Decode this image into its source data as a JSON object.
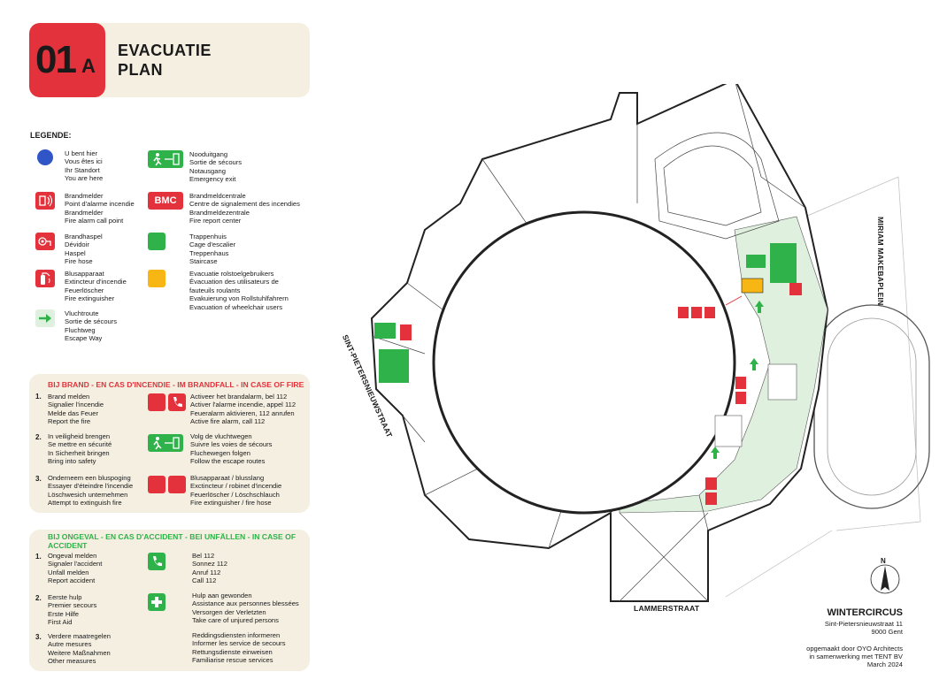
{
  "header": {
    "badge_number": "01",
    "badge_suffix": "A",
    "title_line1": "EVACUATIE",
    "title_line2": "PLAN"
  },
  "legend": {
    "title": "LEGENDE:",
    "items": [
      {
        "icon": "location-dot-icon",
        "lines": [
          "U bent hier",
          "Vous êtes ici",
          "Ihr Standort",
          "You are here"
        ]
      },
      {
        "icon": "fire-alarm-icon",
        "lines": [
          "Brandmelder",
          "Point d'alarme incendie",
          "Brandmelder",
          "Fire alarm call point"
        ]
      },
      {
        "icon": "fire-hose-icon",
        "lines": [
          "Brandhaspel",
          "Dévidoir",
          "Haspel",
          "Fire hose"
        ]
      },
      {
        "icon": "fire-extinguisher-icon",
        "lines": [
          "Blusapparaat",
          "Extincteur d'incendie",
          "Feuerlöscher",
          "Fire extinguisher"
        ]
      },
      {
        "icon": "escape-arrow-icon",
        "lines": [
          "Vluchtroute",
          "Sortie de sécours",
          "Fluchtweg",
          "Escape Way"
        ]
      },
      {
        "icon": "emergency-exit-icon",
        "lines": [
          "Nooduitgang",
          "Sortie de sécours",
          "Notausgang",
          "Emergency exit"
        ]
      },
      {
        "icon": "bmc-icon",
        "label": "BMC",
        "lines": [
          "Brandmeldcentrale",
          "Centre de signalement des incendies",
          "Brandmeldezentrale",
          "Fire report center"
        ]
      },
      {
        "icon": "staircase-icon",
        "lines": [
          "Trappenhuis",
          "Cage d'escalier",
          "Treppenhaus",
          "Staircase"
        ]
      },
      {
        "icon": "wheelchair-evacuation-icon",
        "lines": [
          "Evacuatie rolstoelgebruikers",
          "Évacuation des utilisateurs de",
          "fauteuils roulants",
          "Evakuierung von Rollstuhlfahrern",
          "Evacuation of wheelchair users"
        ]
      }
    ]
  },
  "fire_panel": {
    "title": "BIJ BRAND - EN CAS D'INCENDIE - IM BRANDFALL - IN CASE OF FIRE",
    "steps": [
      {
        "num": "1.",
        "left": [
          "Brand melden",
          "Signalier l'incendie",
          "Melde das Feuer",
          "Report the fire"
        ],
        "right": [
          "Activeer het brandalarm, bel 112",
          "Activer l'alarme incendie, appel 112",
          "Feueralarm aktivieren, 112 anrufen",
          "Active fire alarm, call 112"
        ]
      },
      {
        "num": "2.",
        "left": [
          "In veiligheid brengen",
          "Se mettre en sécurité",
          "In Sicherheit bringen",
          "Bring into safety"
        ],
        "right": [
          "Volg de vluchtwegen",
          "Suivre les voies de sécours",
          "Fluchewegen folgen",
          "Follow the escape routes"
        ]
      },
      {
        "num": "3.",
        "left": [
          "Onderneem een bluspoging",
          "Essayer d'éteindre l'incendie",
          "Löschwesich unternehmen",
          "Attempt to extinguish fire"
        ],
        "right": [
          "Blusapparaat / blusslang",
          "Exctincteur / robinet d'incendie",
          "Feuerlöscher / Löschschlauch",
          "Fire extinguisher / fire hose"
        ]
      }
    ]
  },
  "accident_panel": {
    "title_line1": "BIJ ONGEVAL - EN CAS D'ACCIDENT - BEI UNFÄLLEN - IN CASE OF",
    "title_line2": "ACCIDENT",
    "steps": [
      {
        "num": "1.",
        "left": [
          "Ongeval melden",
          "Signaler l'accident",
          "Unfall melden",
          "Report accident"
        ],
        "right": [
          "Bel 112",
          "Sonnez 112",
          "Anruf 112",
          "Call 112"
        ]
      },
      {
        "num": "2.",
        "left": [
          "Eerste hulp",
          "Premier secours",
          "Erste Hilfe",
          "First Aid"
        ],
        "right": [
          "Hulp aan gewonden",
          "Assistance aux personnes blessées",
          "Versorgen der Verletzten",
          "Take care of unjured persons"
        ]
      },
      {
        "num": "3.",
        "left": [
          "Verdere maatregelen",
          "Autre mesures",
          "Weitere Maßnahmen",
          "Other measures"
        ],
        "right": [
          "Reddingsdiensten informeren",
          "Informer les service de secours",
          "Rettungsdienste einweisen",
          "Familiarise rescue services"
        ]
      }
    ]
  },
  "map": {
    "streets": {
      "north_east": "MIRIAM MAKEBAPLEIN",
      "west": "SINT-PIETERSNIEUWSTRAAT",
      "south": "LAMMERSTRAAT"
    },
    "compass": "N",
    "colors": {
      "escape_route": "#dff0de",
      "staircase": "#2fb24a",
      "fire_equipment": "#e4323c",
      "wheelchair": "#f7b614"
    }
  },
  "info": {
    "building": "WINTERCIRCUS",
    "address_line1": "Sint-Pietersnieuwstraat 11",
    "address_line2": "9000 Gent",
    "credit_line1": "opgemaakt door OYO Architects",
    "credit_line2": "in samenwerking met TENT BV",
    "credit_line3": "March 2024"
  }
}
